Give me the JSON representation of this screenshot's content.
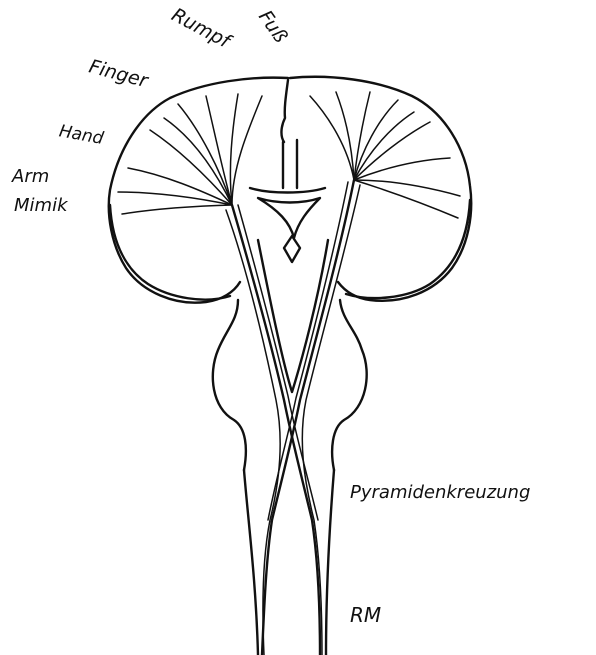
{
  "labels": {
    "fuss": "Fuß",
    "rumpf": "Rumpf",
    "finger": "Finger",
    "hand": "Hand",
    "arm": "Arm",
    "mimik": "Mimik",
    "pyramidenkreuzung": "Pyramidenkreuzung",
    "rm": "RM"
  },
  "colors": {
    "ink": "#111111",
    "background": "#ffffff"
  }
}
